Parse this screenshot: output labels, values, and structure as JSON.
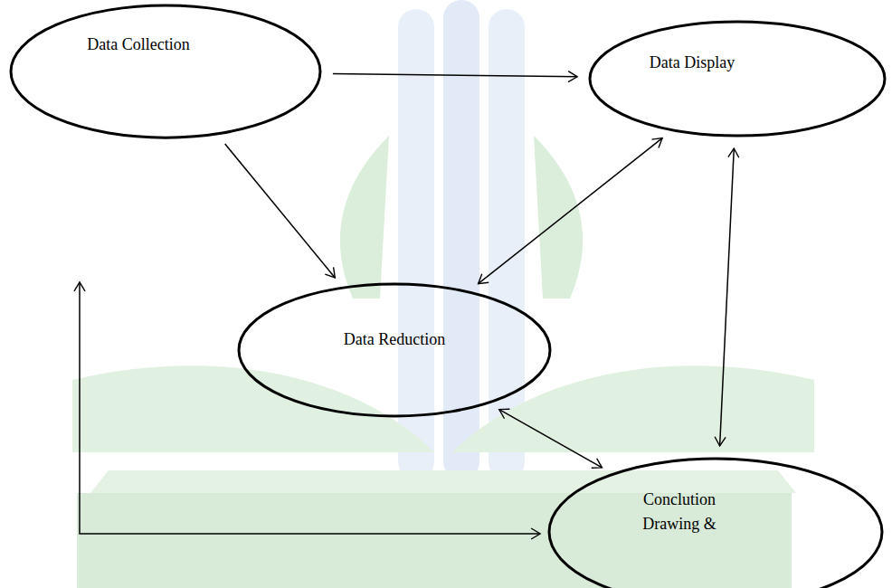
{
  "diagram": {
    "nodes": [
      {
        "text": [
          "Data Collection"
        ]
      },
      {
        "text": [
          "Data Display"
        ]
      },
      {
        "text": [
          "Data Reduction"
        ]
      },
      {
        "text": [
          "Conclution Drawing &"
        ]
      }
    ],
    "edges": [
      {
        "from": 0,
        "to": 1,
        "arrow": "to"
      },
      {
        "from": 0,
        "to": 2,
        "arrow": "to"
      },
      {
        "from": 2,
        "to": 1,
        "arrow": "both"
      },
      {
        "from": 1,
        "to": 3,
        "arrow": "both"
      },
      {
        "from": 2,
        "to": 3,
        "arrow": "both"
      },
      {
        "from": 3,
        "to": 0,
        "arrow": "both"
      }
    ]
  }
}
